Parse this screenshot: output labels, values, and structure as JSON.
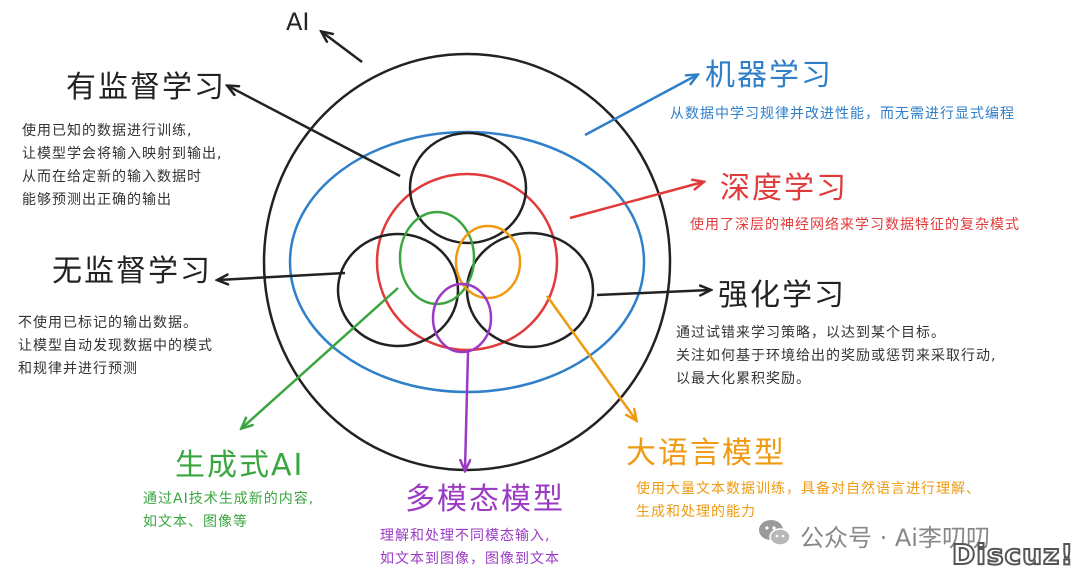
{
  "colors": {
    "ink": "#222222",
    "ml": "#2f7fc9",
    "dl": "#e03a3a",
    "genai": "#3aa640",
    "multimodal": "#9b3bc4",
    "llm": "#ef9a10",
    "watermark": "#888888"
  },
  "diagram": {
    "ai_label": "AI",
    "supervised": {
      "title": "有监督学习",
      "desc": [
        "使用已知的数据进行训练,",
        "让模型学会将输入映射到输出,",
        "从而在给定新的输入数据时",
        "能够预测出正确的输出"
      ]
    },
    "unsupervised": {
      "title": "无监督学习",
      "desc": [
        "不使用已标记的输出数据。",
        "让模型自动发现数据中的模式",
        "和规律并进行预测"
      ]
    },
    "machine_learning": {
      "title": "机器学习",
      "desc": "从数据中学习规律并改进性能，而无需进行显式编程"
    },
    "deep_learning": {
      "title": "深度学习",
      "desc": "使用了深层的神经网络来学习数据特征的复杂模式"
    },
    "reinforcement": {
      "title": "强化学习",
      "desc": [
        "通过试错来学习策略，以达到某个目标。",
        "关注如何基于环境给出的奖励或惩罚来采取行动,",
        "以最大化累积奖励。"
      ]
    },
    "generative_ai": {
      "title": "生成式AI",
      "desc": [
        "通过AI技术生成新的内容,",
        "如文本、图像等"
      ]
    },
    "multimodal": {
      "title": "多模态模型",
      "desc": [
        "理解和处理不同模态输入,",
        "如文本到图像，图像到文本"
      ]
    },
    "llm": {
      "title": "大语言模型",
      "desc": [
        "使用大量文本数据训练，具备对自然语言进行理解、",
        "生成和处理的能力"
      ]
    }
  },
  "watermark": {
    "text": "公众号 · Ai李叨叨",
    "site": "Discuz!",
    "icon": "wechat-icon"
  }
}
